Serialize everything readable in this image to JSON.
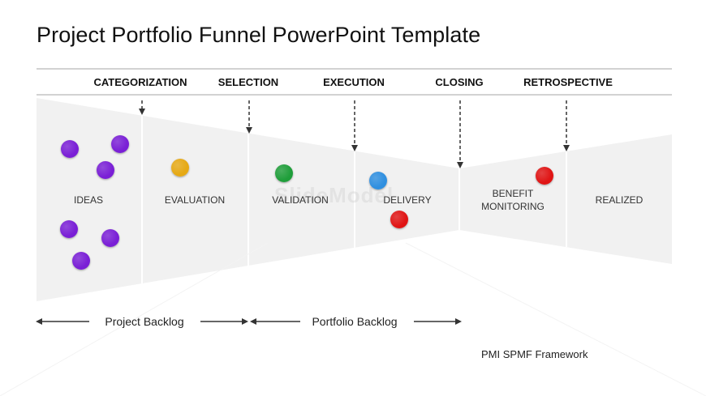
{
  "title": "Project Portfolio Funnel PowerPoint Template",
  "phases": [
    "CATEGORIZATION",
    "SELECTION",
    "EXECUTION",
    "CLOSING",
    "RETROSPECTIVE"
  ],
  "stages": [
    "IDEAS",
    "EVALUATION",
    "VALIDATION",
    "DELIVERY",
    "BENEFIT MONITORING",
    "REALIZED"
  ],
  "backlogs": {
    "project": "Project Backlog",
    "portfolio": "Portfolio Backlog"
  },
  "footnote": "PMI SPMF Framework",
  "watermark": "SlideModel",
  "colors": {
    "purple": "#7a1fd6",
    "yellow": "#e6a914",
    "green": "#1f9e3a",
    "blue": "#2f8fe0",
    "red": "#e01414",
    "funnel_fill": "#f1f1f1",
    "separator": "#ffffff"
  }
}
